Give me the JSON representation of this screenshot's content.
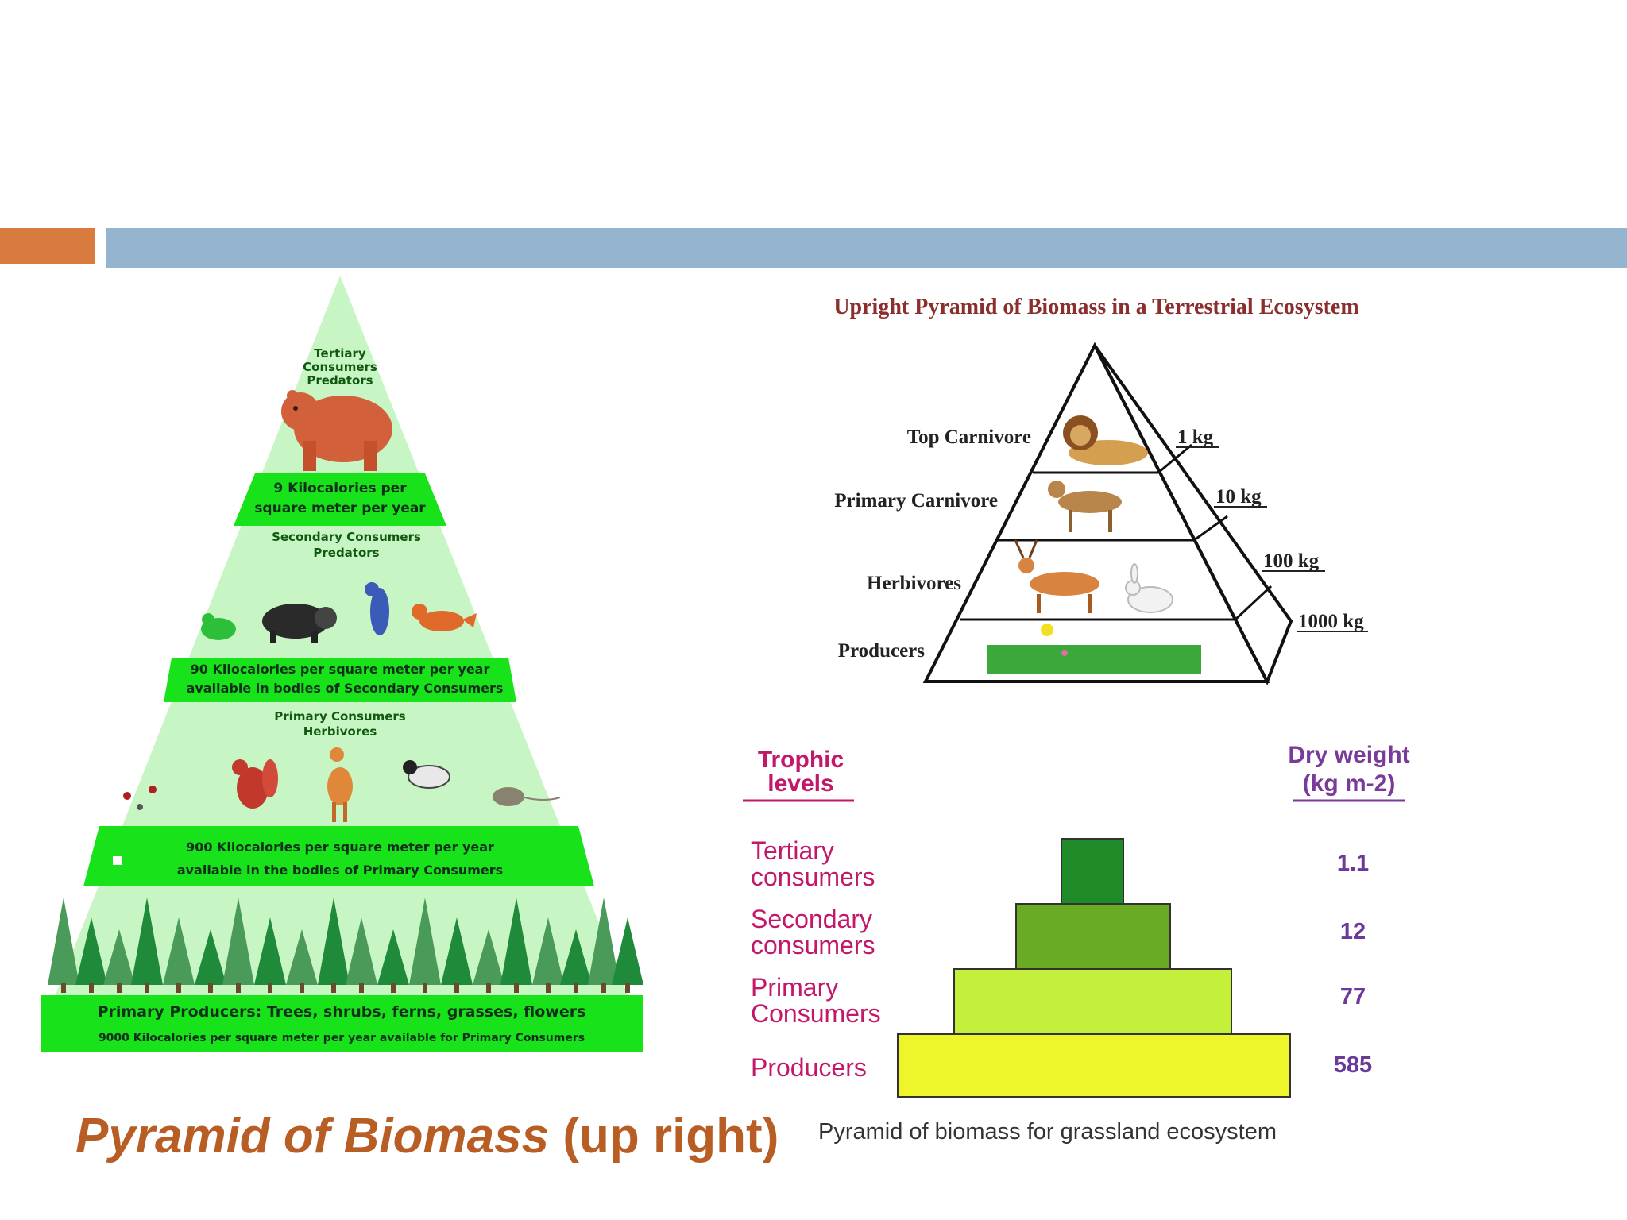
{
  "slide": {
    "title_main": "Pyramid of Biomass",
    "title_suffix": "(up right)",
    "colors": {
      "accent": "#d97a3e",
      "bar": "#94b4d0",
      "title": "#b85d24"
    }
  },
  "energy_pyramid": {
    "tertiary_label": [
      "Tertiary",
      "Consumers",
      "Predators"
    ],
    "band1": [
      "9 Kilocalories per",
      "square meter per year"
    ],
    "secondary_label": [
      "Secondary Consumers",
      "Predators"
    ],
    "band2": [
      "90 Kilocalories per square meter per year",
      "available in bodies of Secondary Consumers"
    ],
    "primary_label": [
      "Primary Consumers",
      "Herbivores"
    ],
    "band3": [
      "900 Kilocalories per square meter per year",
      "available in the bodies of Primary Consumers"
    ],
    "producers_label": "Primary Producers:  Trees, shrubs, ferns, grasses, flowers",
    "producers_sub": "9000 Kilocalories per square meter per year available for Primary Consumers"
  },
  "terrestrial": {
    "title": "Upright Pyramid of Biomass in a Terrestrial Ecosystem",
    "levels": [
      {
        "name": "Top Carnivore",
        "mass": "1 kg"
      },
      {
        "name": "Primary Carnivore",
        "mass": "10 kg"
      },
      {
        "name": "Herbivores",
        "mass": "100 kg"
      },
      {
        "name": "Producers",
        "mass": "1000 kg"
      }
    ]
  },
  "grassland": {
    "header_left": [
      "Trophic",
      "levels"
    ],
    "header_right": [
      "Dry weight",
      "(kg m-2)"
    ],
    "levels": [
      {
        "name": [
          "Tertiary",
          "consumers"
        ],
        "value": "1.1",
        "color": "#1e8a28"
      },
      {
        "name": [
          "Secondary",
          "consumers"
        ],
        "value": "12",
        "color": "#6aab24"
      },
      {
        "name": [
          "Primary",
          "Consumers"
        ],
        "value": "77",
        "color": "#c4ef3a"
      },
      {
        "name": [
          "Producers"
        ],
        "value": "585",
        "color": "#eef52a"
      }
    ],
    "caption": "Pyramid of biomass for grassland ecosystem"
  }
}
